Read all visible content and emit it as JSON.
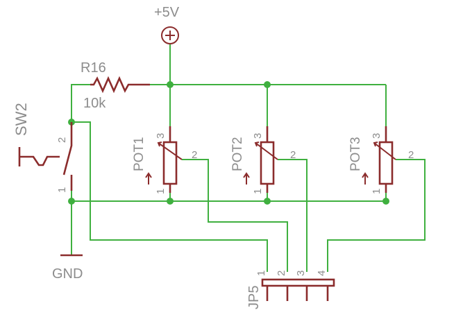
{
  "schematic": {
    "supply": {
      "label": "+5V"
    },
    "ground": {
      "label": "GND"
    },
    "resistor": {
      "name": "R16",
      "value": "10k"
    },
    "switch": {
      "name": "SW2",
      "pin_top": "2",
      "pin_bottom": "1"
    },
    "pots": [
      {
        "name": "POT1",
        "pin_top": "3",
        "pin_wiper": "2",
        "pin_bottom": "1"
      },
      {
        "name": "POT2",
        "pin_top": "3",
        "pin_wiper": "2",
        "pin_bottom": "1"
      },
      {
        "name": "POT3",
        "pin_top": "3",
        "pin_wiper": "2",
        "pin_bottom": "1"
      }
    ],
    "header": {
      "name": "JP5",
      "pins": [
        "1",
        "2",
        "3",
        "4"
      ]
    },
    "colors": {
      "wire": "#3fb03f",
      "device": "#8b2c2c",
      "label": "#8c8c8c",
      "background": "#ffffff"
    }
  }
}
